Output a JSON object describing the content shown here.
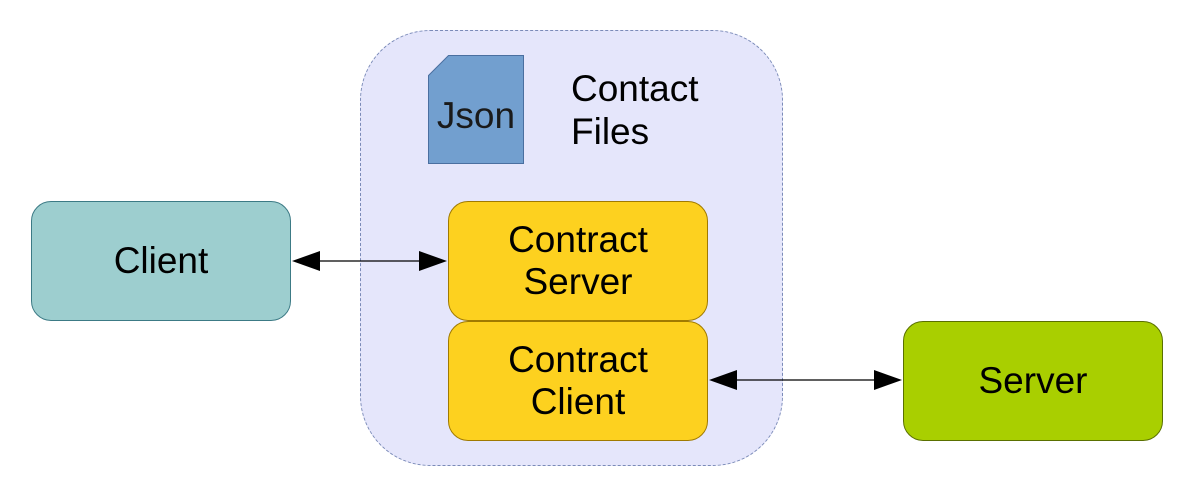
{
  "diagram": {
    "container": {
      "title_lines": [
        "Contact",
        "Files"
      ],
      "fill": "#e5e6fb",
      "icon": {
        "name": "json-document-icon",
        "label": "Json",
        "fill": "#729fcf"
      }
    },
    "boxes": {
      "client": {
        "lines": [
          "Client"
        ],
        "fill": "#9dcecf"
      },
      "contract_server": {
        "lines": [
          "Contract",
          "Server"
        ],
        "fill": "#fdd11f"
      },
      "contract_client": {
        "lines": [
          "Contract",
          "Client"
        ],
        "fill": "#fdd11f"
      },
      "server": {
        "lines": [
          "Server"
        ],
        "fill": "#a9cf00"
      }
    },
    "connections": [
      {
        "from": "Client",
        "to": "Contract Server",
        "direction": "bidirectional"
      },
      {
        "from": "Contract Client",
        "to": "Server",
        "direction": "bidirectional"
      }
    ]
  }
}
